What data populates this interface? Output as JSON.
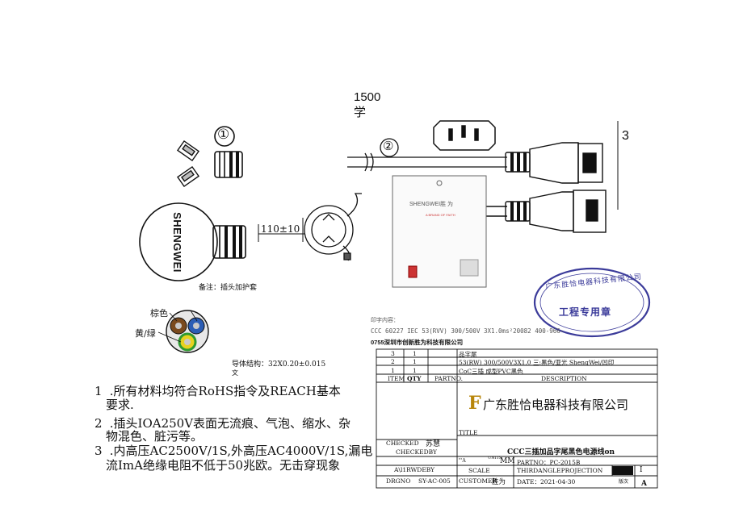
{
  "dimension_top": {
    "value": "1500",
    "unit": "学"
  },
  "callouts": {
    "one": "①",
    "two": "②",
    "three": "3"
  },
  "dim_110": "110±10",
  "plug_brand": "SHENGWEI",
  "bag": {
    "brand": "SHENGWEI胜 为",
    "tagline": "A BRAND OF FAITH"
  },
  "plug_note": "备注：插头加护套",
  "cable": {
    "label_brown": "棕色",
    "label_yellow_green": "黄/绿",
    "conductor": "导体结构：32X0.20±0.015",
    "conductor_unit": "文"
  },
  "print_content": {
    "heading": "印字内容：",
    "line1": "CCC 60227 IEC 53(RVV) 300/500V 3X1.0ms²20082 400-966-",
    "line2": "0755深圳市创新胜为科技有限公司"
  },
  "notes": [
    {
      "num": "1",
      "text": " .所有材料均符合RoHS指令及REACH基本"
    },
    {
      "num": "",
      "text": "要求."
    },
    {
      "num": "2",
      "text": " .插头IOA250V表面无流痕、气泡、缩水、杂"
    },
    {
      "num": "",
      "text": "物混色、脏污等。"
    },
    {
      "num": "3",
      "text": " .内高压AC2500V/1S,外高压AC4000V/1S,漏电"
    },
    {
      "num": "",
      "text": "流ImA绝缘电阻不低于50兆欧。无击穿现象"
    }
  ],
  "bom": [
    {
      "item": "3",
      "qty": "1",
      "desc": "品字尾"
    },
    {
      "item": "2",
      "qty": "1",
      "desc": "53(RW)  300/500V3X1.0 三:黑色/亚光 ShengWei/凹印"
    },
    {
      "item": "1",
      "qty": "1",
      "desc": "CoC三插 成型PVC黑色"
    }
  ],
  "bom_header": {
    "item": "ITEM",
    "qty": "QTY",
    "partno": "PARTNO.",
    "desc": "DESCRIPTION"
  },
  "company": {
    "logo": "F",
    "name": "广东胜恰电器科技有限公司"
  },
  "title_block": {
    "checked": "CHECKED",
    "checked_name": "苏慧",
    "checked_by": "CHECKEDBY",
    "title": "TITLE",
    "product_title": "CCC三插加品字尾黑色电源线on",
    "drawn_by": "A\\l1RWDEBY",
    "ua": "\"'A",
    "units": "UNITS",
    "units_value": "MM",
    "partno": "PARTNO：PC-2015B",
    "scale": "SCALE",
    "projection": "THIRDANGLEPROJECTION",
    "version_label": "版次",
    "version": "A",
    "version_marker": "I",
    "drgno": "DRGNO",
    "drgno_value": "SY-AC-005",
    "customer": "CUSTOMER",
    "customer_name": "胜为",
    "date": "DATE：2021-04-30"
  },
  "stamp": {
    "ring": "广东胜恰电器科技有限公司",
    "center": "工程专用章"
  },
  "colors": {
    "stamp": "#3b3b9a",
    "line": "#111111",
    "brown": "#7a4a1e",
    "blue": "#2b5db5",
    "green": "#2f9a2f",
    "yellow": "#e7d21f"
  }
}
